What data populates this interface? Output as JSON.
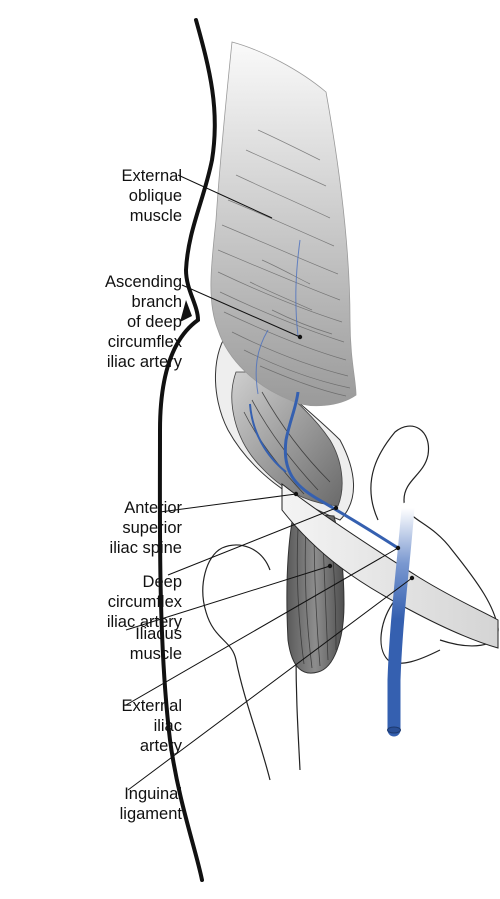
{
  "labels": [
    {
      "id": "external-oblique",
      "text": "External\noblique\nmuscle"
    },
    {
      "id": "ascending-branch",
      "text": "Ascending\nbranch\nof deep\ncircumflex\niliac artery"
    },
    {
      "id": "asis",
      "text": "Anterior\nsuperior\niliac spine"
    },
    {
      "id": "dcia",
      "text": "Deep\ncircumflex\niliac artery"
    },
    {
      "id": "iliacus",
      "text": "Iliacus\nmuscle"
    },
    {
      "id": "external-iliac",
      "text": "External\niliac\nartery"
    },
    {
      "id": "inguinal",
      "text": "Inguinal\nligament"
    }
  ],
  "colors": {
    "artery": "#3560b0",
    "muscle_dark": "#6e6e6e",
    "muscle_light": "#e2e2e2",
    "outline": "#111111"
  }
}
